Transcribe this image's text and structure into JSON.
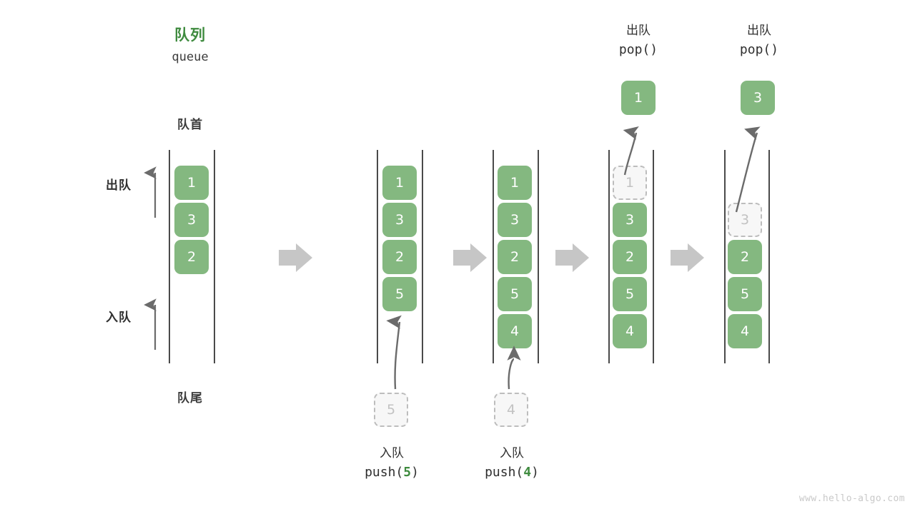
{
  "diagram": {
    "title_cn": "队列",
    "title_en": "queue",
    "front_label": "队首",
    "rear_label": "队尾",
    "dequeue_side_label": "出队",
    "enqueue_side_label": "入队",
    "watermark": "www.hello-algo.com",
    "colors": {
      "cell_fill": "#84b880",
      "cell_text": "#ffffff",
      "ghost_fill": "#f7f7f7",
      "ghost_border": "#bdbdbd",
      "ghost_text": "#c2c2c2",
      "title_green": "#3f8b3f",
      "text_dark": "#2f2f2f",
      "rail": "#4a4a4a",
      "arrow_gray": "#6b6b6b",
      "step_arrow_gray": "#c6c6c6",
      "watermark": "#c9c9c9"
    }
  },
  "columns": [
    {
      "id": "initial",
      "caption_cn": "",
      "caption_code": "",
      "cells": [
        "1",
        "3",
        "2"
      ],
      "ghost_index": -1,
      "popped_value": "",
      "pushed_value": ""
    },
    {
      "id": "push-5",
      "caption_cn": "入队",
      "caption_code_pre": "push(",
      "caption_code_hl": "5",
      "caption_code_post": ")",
      "cells": [
        "1",
        "3",
        "2",
        "5"
      ],
      "ghost_index": -1,
      "popped_value": "",
      "pushed_value": "5"
    },
    {
      "id": "push-4",
      "caption_cn": "入队",
      "caption_code_pre": "push(",
      "caption_code_hl": "4",
      "caption_code_post": ")",
      "cells": [
        "1",
        "3",
        "2",
        "5",
        "4"
      ],
      "ghost_index": -1,
      "popped_value": "",
      "pushed_value": "4"
    },
    {
      "id": "pop-1",
      "caption_cn": "出队",
      "caption_code_pre": "pop(",
      "caption_code_hl": "",
      "caption_code_post": ")",
      "cells": [
        "1",
        "3",
        "2",
        "5",
        "4"
      ],
      "ghost_index": 0,
      "popped_value": "1",
      "pushed_value": ""
    },
    {
      "id": "pop-3",
      "caption_cn": "出队",
      "caption_code_pre": "pop(",
      "caption_code_hl": "",
      "caption_code_post": ")",
      "cells": [
        "3",
        "2",
        "5",
        "4"
      ],
      "ghost_index": 0,
      "popped_value": "3",
      "pushed_value": ""
    }
  ],
  "step_arrows": [
    {
      "id": "step-arrow-1"
    },
    {
      "id": "step-arrow-2"
    },
    {
      "id": "step-arrow-3"
    },
    {
      "id": "step-arrow-4"
    }
  ]
}
